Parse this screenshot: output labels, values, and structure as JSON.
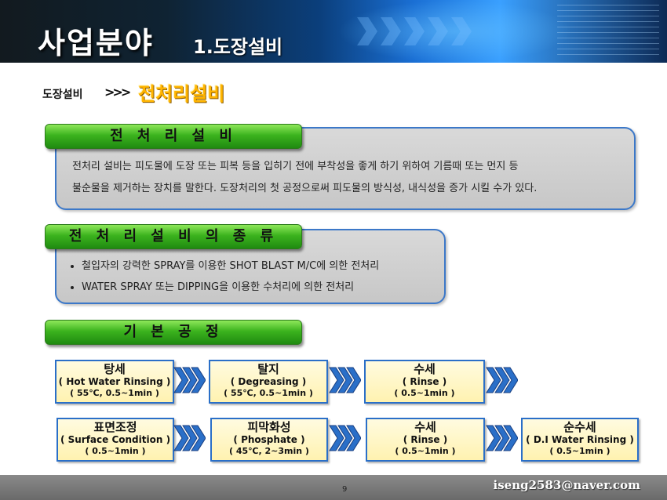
{
  "header": {
    "title": "사업분야",
    "subtitle": "1.도장설비"
  },
  "breadcrumb": {
    "parent": "도장설비",
    "separator": ">>>",
    "current": "전처리설비"
  },
  "section1": {
    "heading": "전 처 리 설 비",
    "lines": [
      "전처리 설비는 피도물에  도장 또는 피복 등을 입히기 전에 부착성을 좋게 하기 위하여 기름때 또는 먼지 등",
      "불순물을 제거하는 장치를 말한다.  도장처리의 첫 공정으로써 피도물의 방식성, 내식성을 증가 시킬 수가 있다."
    ]
  },
  "section2": {
    "heading": "전 처 리 설 비 의  종 류",
    "items": [
      "철입자의 강력한  SPRAY를 이용한 SHOT BLAST M/C에 의한 전처리",
      "WATER SPRAY 또는 DIPPING을 이용한 수처리에 의한 전처리"
    ]
  },
  "section3": {
    "heading": "기 본  공 정",
    "row1": [
      {
        "name": "탕세",
        "en": "( Hot Water Rinsing )",
        "cond": "( 55℃, 0.5~1min )"
      },
      {
        "name": "탈지",
        "en": "( Degreasing )",
        "cond": "( 55℃, 0.5~1min )"
      },
      {
        "name": "수세",
        "en": "( Rinse )",
        "cond": "( 0.5~1min )"
      }
    ],
    "row2": [
      {
        "name": "표면조정",
        "en": "( Surface Condition )",
        "cond": "( 0.5~1min )"
      },
      {
        "name": "피막화성",
        "en": "( Phosphate )",
        "cond": "( 45℃, 2~3min )"
      },
      {
        "name": "수세",
        "en": "( Rinse )",
        "cond": "( 0.5~1min )"
      },
      {
        "name": "순수세",
        "en": "( D.I Water Rinsing )",
        "cond": "( 0.5~1min )"
      }
    ]
  },
  "footer": {
    "page_number": "9",
    "email": "iseng2583@naver.com"
  },
  "colors": {
    "accent_blue": "#2a6fc8",
    "heading_green": "#3cb31e",
    "step_fill": "#fff2b0",
    "crumb_gold": "#ffb400"
  },
  "icons": {
    "flow_arrow": "triple-chevron-right-icon"
  }
}
